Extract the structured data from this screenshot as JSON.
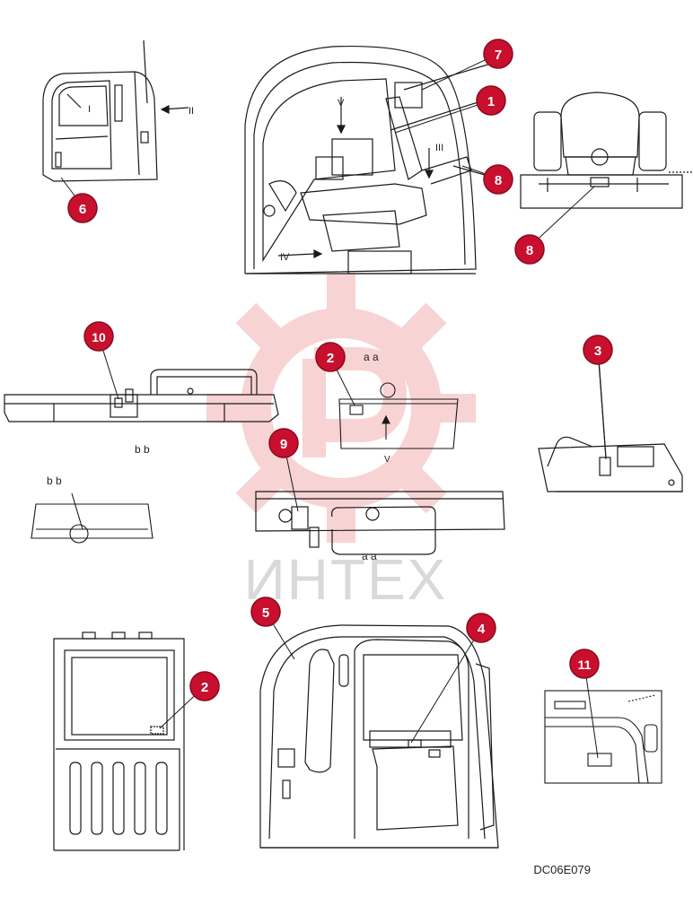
{
  "diagram": {
    "code": "DC06E079",
    "watermark": "ИНТЕХ",
    "callouts": [
      "1",
      "2",
      "2",
      "3",
      "4",
      "5",
      "6",
      "7",
      "8",
      "8",
      "9",
      "10",
      "11"
    ],
    "view_labels": {
      "I": "I",
      "II": "II",
      "III": "III",
      "IV": "IV",
      "V": "V",
      "aa_top": "a a",
      "aa_bottom": "a a",
      "bb_1": "b b",
      "bb_2": "b b"
    }
  },
  "colors": {
    "badge_fill": "#c8102e",
    "badge_text": "#ffffff",
    "line": "#1a1a1a",
    "watermark": "#f2b8b8"
  }
}
